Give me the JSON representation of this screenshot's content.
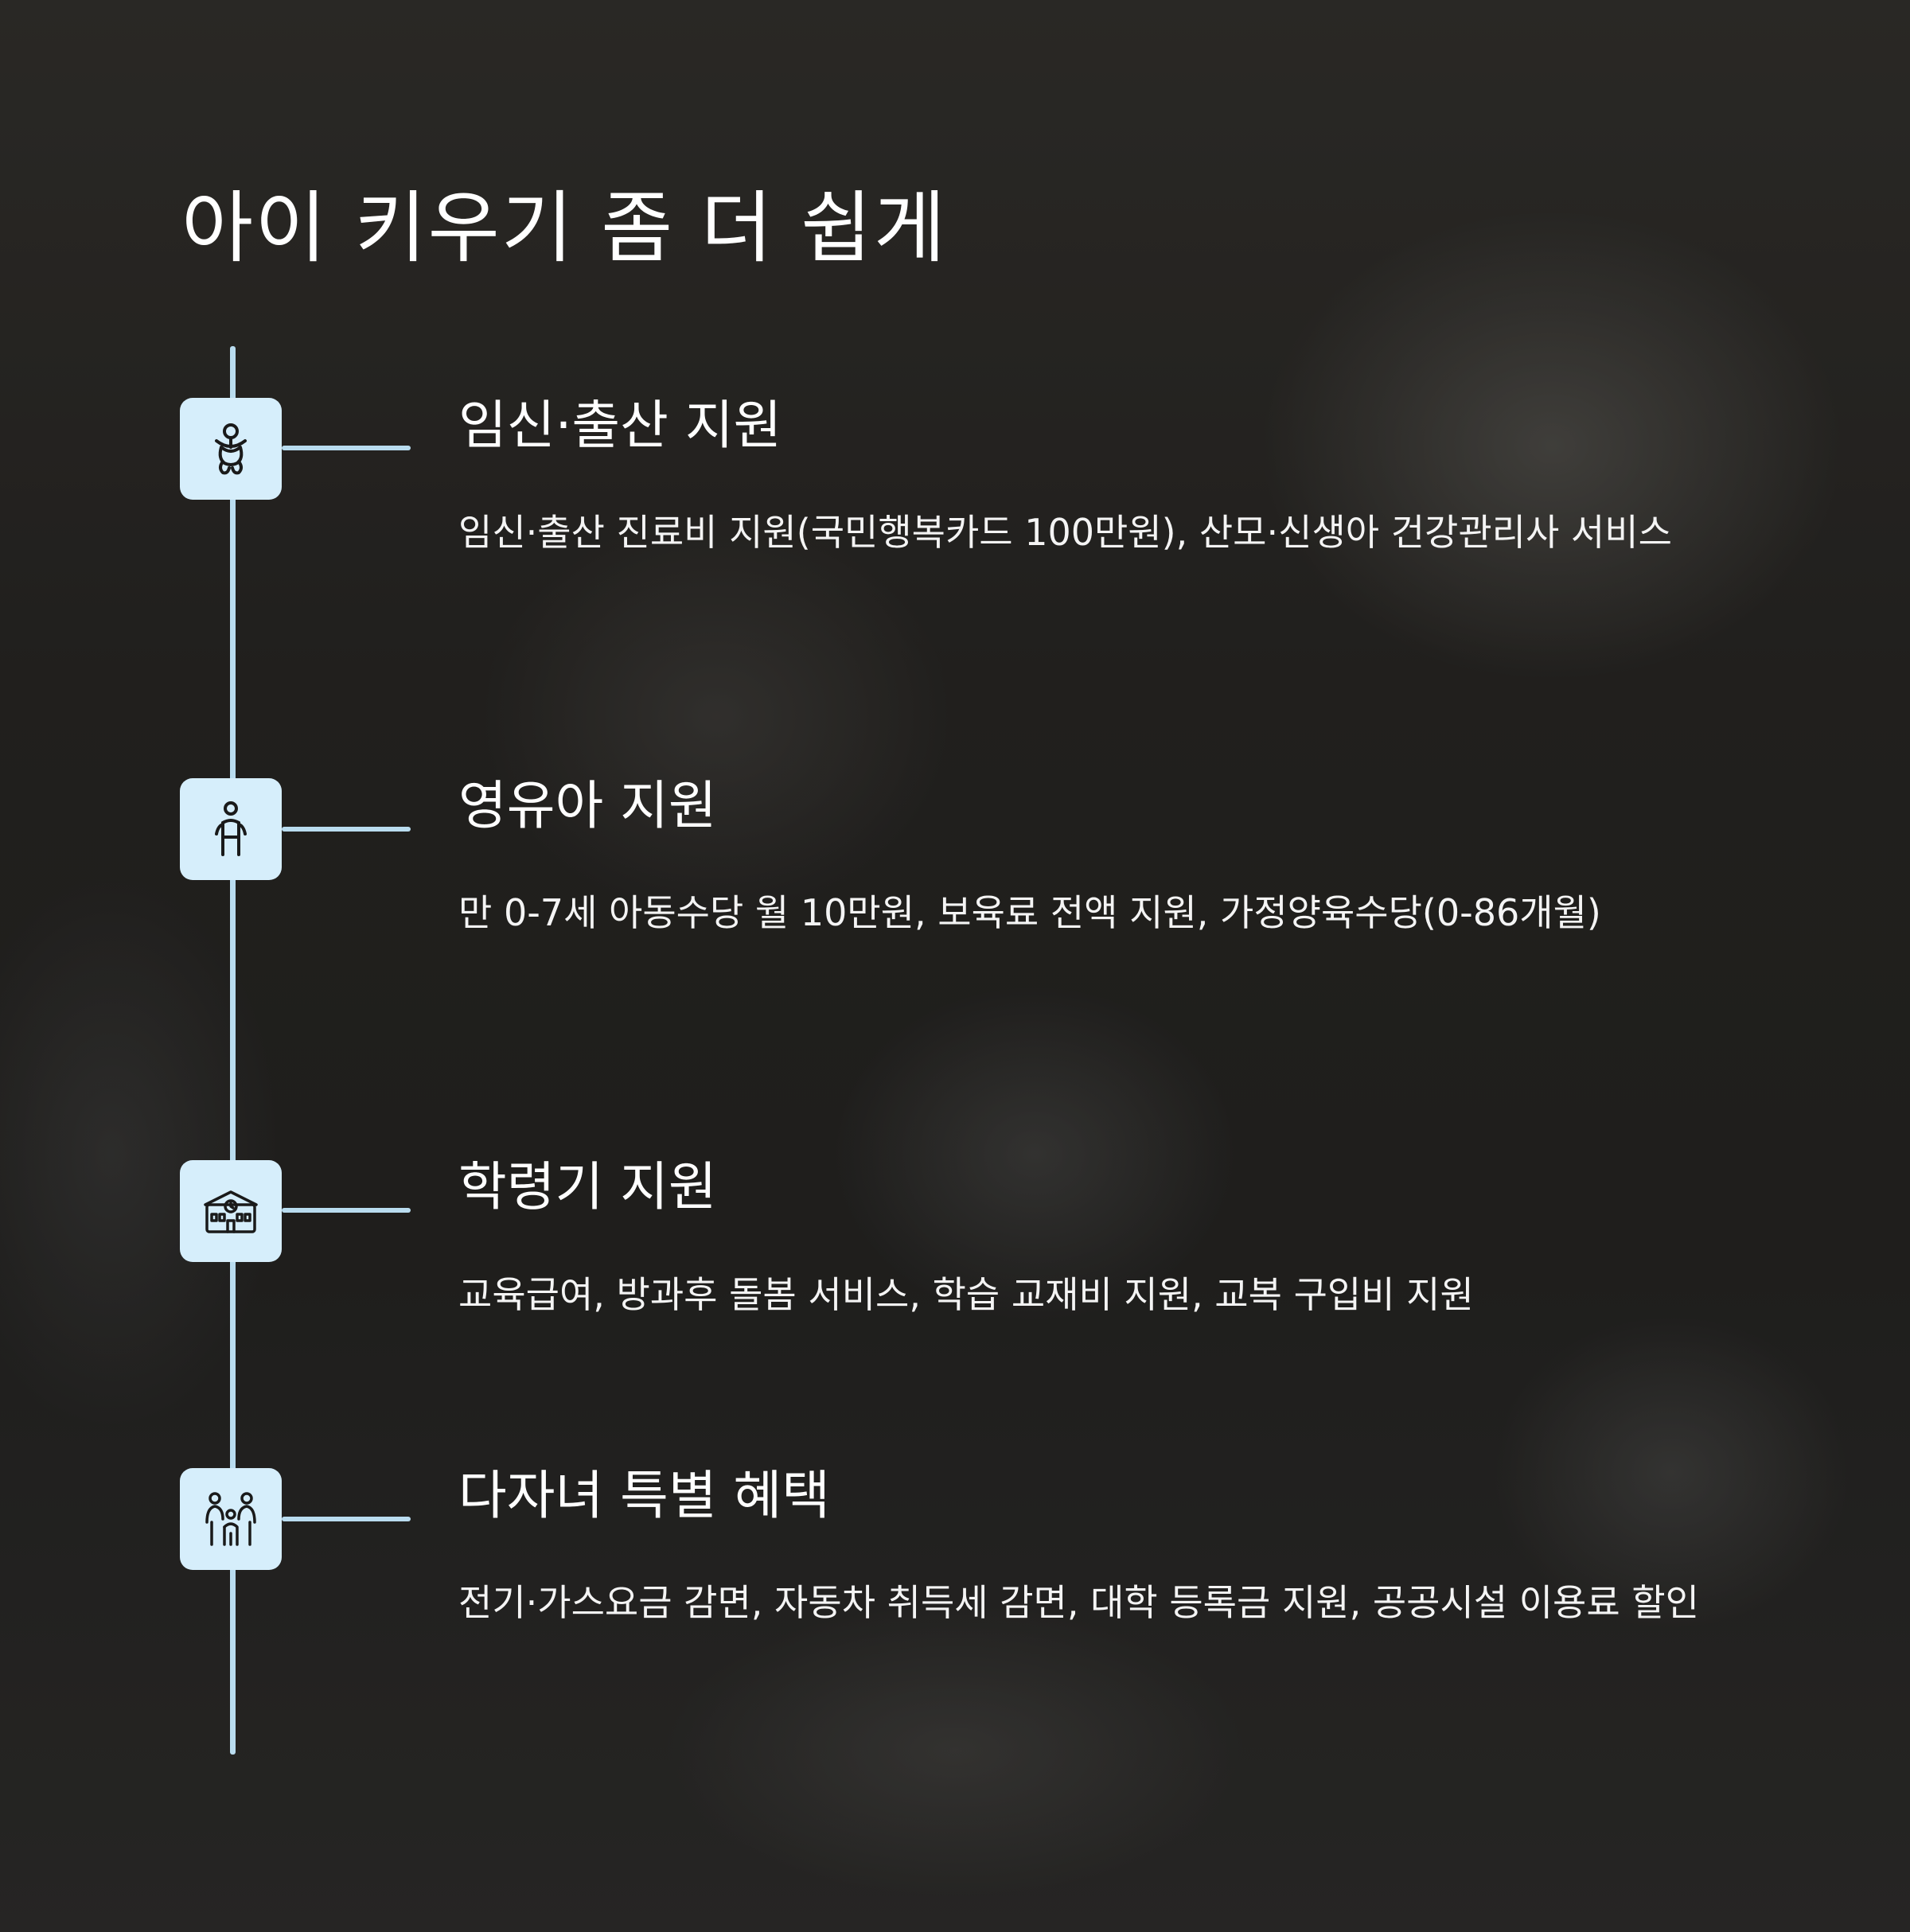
{
  "title": "아이 키우기 좀 더 쉽게",
  "colors": {
    "timeline": "#b9dcef",
    "icon_bg": "#d6eefb",
    "icon_stroke": "#1a1a1a",
    "text": "#ffffff"
  },
  "items": [
    {
      "icon": "baby-icon",
      "title": "임신·출산 지원",
      "description": "임신·출산 진료비 지원(국민행복카드 100만원), 산모·신생아 건강관리사 서비스"
    },
    {
      "icon": "child-icon",
      "title": "영유아 지원",
      "description": "만 0-7세 아동수당 월 10만원, 보육료 전액 지원, 가정양육수당(0-86개월)"
    },
    {
      "icon": "school-icon",
      "title": "학령기 지원",
      "description": "교육급여, 방과후 돌봄 서비스, 학습 교재비 지원, 교복 구입비 지원"
    },
    {
      "icon": "family-icon",
      "title": "다자녀 특별 혜택",
      "description": "전기·가스요금 감면, 자동차 취득세 감면, 대학 등록금 지원, 공공시설 이용료 할인"
    }
  ]
}
